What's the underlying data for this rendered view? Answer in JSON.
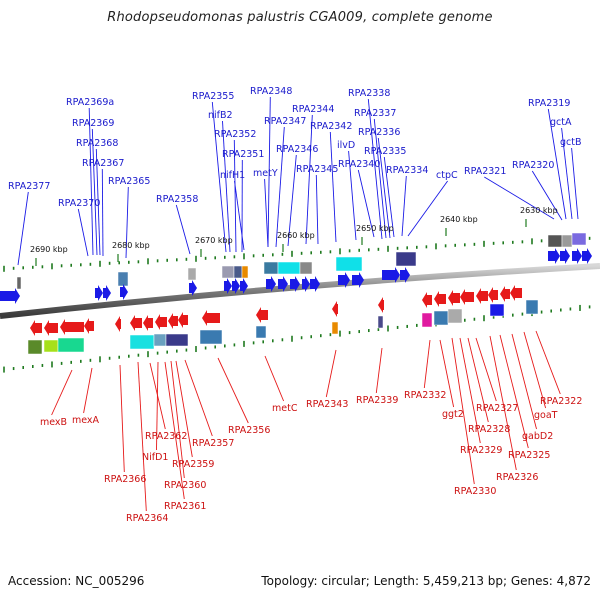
{
  "title": "Rhodopseudomonas palustris CGA009, complete genome",
  "footer": {
    "accession": "Accession: NC_005296",
    "summary": "Topology: circular; Length: 5,459,213 bp; Genes: 4,872"
  },
  "colors": {
    "forward_gene": "#1a1ae6",
    "reverse_gene": "#e61a1a",
    "forward_label": "#1a1acc",
    "reverse_label": "#cc1111",
    "tick": "#1f7a1f"
  },
  "coordinate_labels": [
    "2690 kbp",
    "2680 kbp",
    "2670 kbp",
    "2660 kbp",
    "2650 kbp",
    "2640 kbp",
    "2630 kbp"
  ],
  "forward_genes": [
    "RPA2369a",
    "RPA2369",
    "RPA2368",
    "RPA2367",
    "RPA2377",
    "RPA2370",
    "RPA2365",
    "RPA2358",
    "RPA2355",
    "nifB2",
    "RPA2352",
    "RPA2351",
    "nifH1",
    "RPA2348",
    "RPA2347",
    "metY",
    "RPA2346",
    "RPA2344",
    "RPA2345",
    "RPA2342",
    "ilvD",
    "RPA2338",
    "RPA2337",
    "RPA2336",
    "RPA2335",
    "RPA2340",
    "RPA2334",
    "ctpC",
    "RPA2321",
    "RPA2319",
    "gctA",
    "gctB",
    "RPA2320"
  ],
  "reverse_genes": [
    "mexB",
    "mexA",
    "RPA2366",
    "RPA2364",
    "RPA2362",
    "NifD1",
    "RPA2361",
    "RPA2360",
    "RPA2359",
    "RPA2357",
    "RPA2356",
    "metC",
    "RPA2343",
    "RPA2339",
    "RPA2332",
    "ggt2",
    "RPA2330",
    "RPA2329",
    "RPA2328",
    "RPA2327",
    "RPA2326",
    "RPA2325",
    "gabD2",
    "goaT",
    "RPA2322"
  ]
}
